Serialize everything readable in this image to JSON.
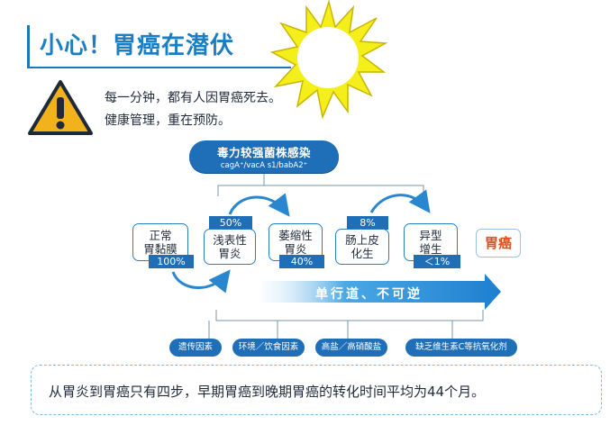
{
  "title": "小心！胃癌在潜伏",
  "warning": {
    "line1": "每一分钟，都有人因胃癌死去。",
    "line2": "健康管理，重在预防。"
  },
  "strain": {
    "title": "毒力较强菌株感染",
    "subtitle": "cagA⁺/vacA s1/babA2⁺"
  },
  "stages": [
    {
      "label_line1": "正常",
      "label_line2": "胃黏膜",
      "badge": "100%"
    },
    {
      "label_line1": "浅表性",
      "label_line2": "胃炎",
      "badge": "50%"
    },
    {
      "label_line1": "萎缩性",
      "label_line2": "胃炎",
      "badge": "40%"
    },
    {
      "label_line1": "肠上皮",
      "label_line2": "化生",
      "badge": "8%"
    },
    {
      "label_line1": "异型",
      "label_line2": "增生",
      "badge": "＜1%"
    }
  ],
  "final_stage": "胃癌",
  "one_way": "单行道、不可逆",
  "factors": [
    "遗传因素",
    "环境／饮食因素",
    "高盐／高硝酸盐",
    "缺乏维生素C等抗氧化剂"
  ],
  "bottom_note": "从胃炎到胃癌只有四步，早期胃癌到晚期胃癌的转化时间平均为44个月。",
  "colors": {
    "primary_blue": "#1e6fb8",
    "title_blue": "#1b7ec2",
    "cancer_orange": "#e14f1c",
    "sun_yellow": "#f4ef1a",
    "warning_yellow": "#f2b21b"
  }
}
